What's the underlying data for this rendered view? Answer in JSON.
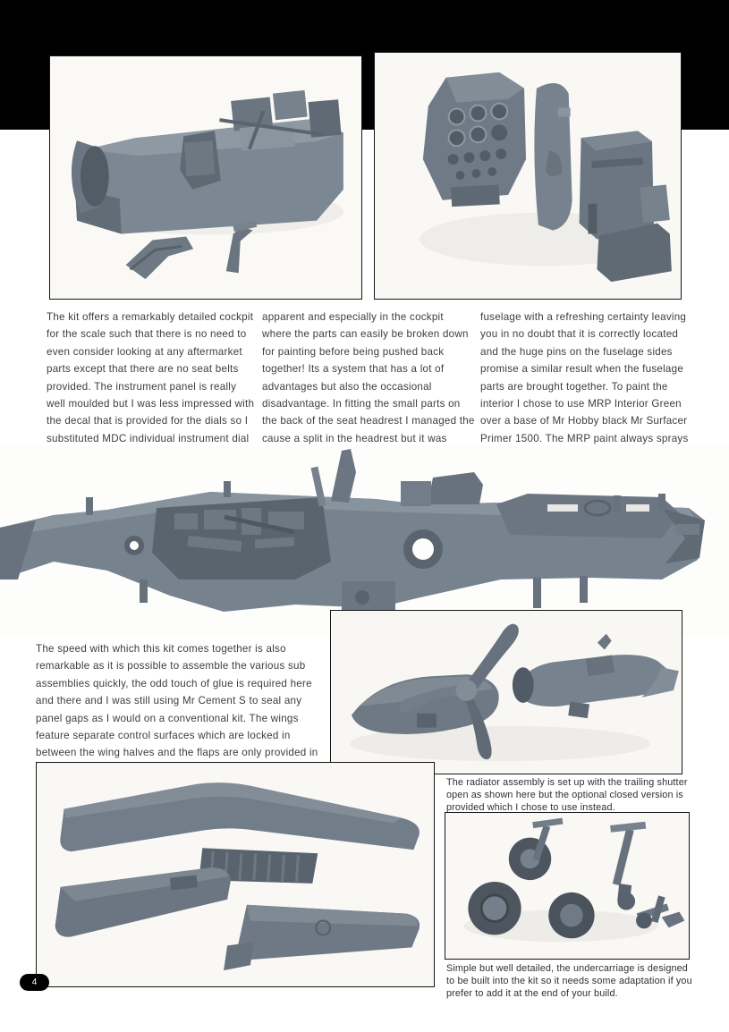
{
  "page": {
    "number": "4",
    "background": "#ffffff",
    "band_color": "#000000"
  },
  "colors": {
    "plastic_mid": "#76828e",
    "plastic_dark": "#5c6772",
    "plastic_darker": "#4b545d",
    "plastic_light": "#97a2ac",
    "tire": "#4d565e",
    "photo_bg": "#faf9f6",
    "text": "#3d3d3d"
  },
  "article": {
    "columns": [
      {
        "text": "The kit offers a remarkably detailed cockpit for the scale such that there is no need to even consider looking at any aftermarket parts except that there are no seat belts provided. The instrument panel is really well moulded but I was less impressed with the decal that is provided for the dials so I substituted MDC individual instrument dial decals. Almost immediately the benefits of the glueless design are"
      },
      {
        "text": "apparent and especially in the cockpit where the parts can easily be broken down for painting before being pushed back together! Its a system that has a lot of advantages but also the occasional disadvantage. In fitting the small parts on the back of the seat headrest I managed the cause a split in the headrest but it was easily fixed with a touch of liquid glue. The whole cockpit assembly plugs into the"
      },
      {
        "text": "fuselage with a refreshing certainty leaving you in no doubt that it is correctly located and the huge pins on the fuselage sides promise a similar result when the fuselage parts are brought together. To paint the interior I chose to use MRP Interior Green over a base of Mr Hobby black Mr Surfacer Primer 1500. The MRP paint always sprays superbly and I will be using MRP colours throughout the build."
      }
    ],
    "speed_paragraph": "The speed with which this kit comes together is also remarkable as it is possible to assemble the various sub assemblies quickly, the odd touch of glue is required here and there and I was still using Mr Cement S to seal any panel gaps as I would on a conventional kit. The wings feature separate control surfaces which are locked in between the wing halves and the flaps are only provided in the fully dropped position."
  },
  "captions": {
    "radiator": "The radiator assembly is set up with the trailing shutter open as shown here but the optional closed version is provided which I chose to use instead.",
    "undercarriage": "Simple but well detailed, the undercarriage is designed to be built into the kit so it needs some adaptation if you prefer to add it at the end of your build."
  }
}
